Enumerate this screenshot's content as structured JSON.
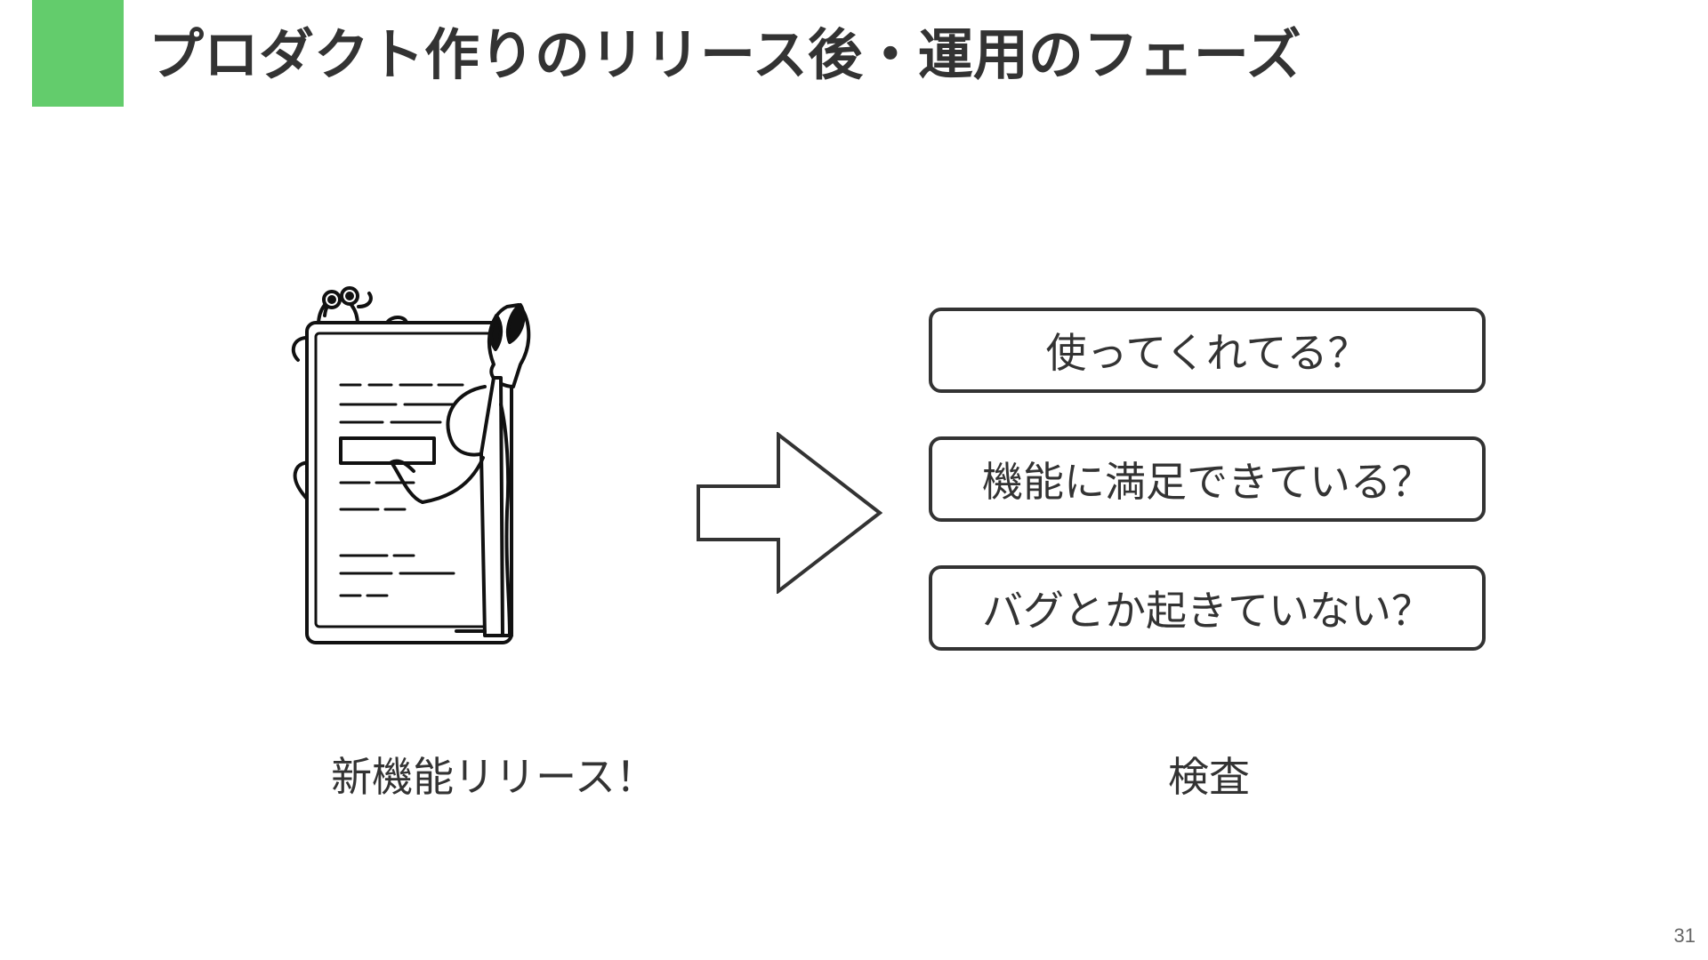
{
  "slide": {
    "title": "プロダクト作りのリリース後・運用のフェーズ",
    "accent_color": "#63cc6c",
    "illustration": {
      "icon": "characters-with-document-illustration",
      "caption": "新機能リリース！"
    },
    "arrow_icon": "right-arrow-icon",
    "questions": [
      "使ってくれてる？",
      "機能に満足できている？",
      "バグとか起きていない？"
    ],
    "result_caption": "検査",
    "page_number": "31"
  }
}
